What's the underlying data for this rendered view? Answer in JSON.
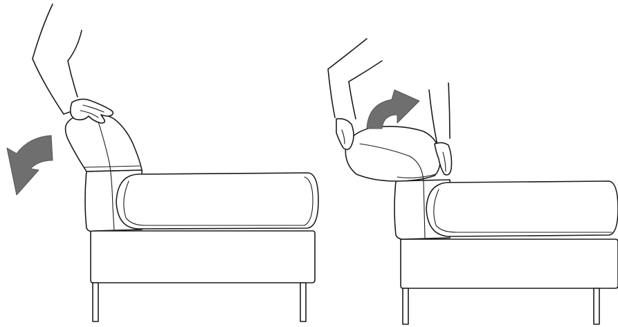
{
  "figure": {
    "panels": [
      {
        "id": "left",
        "action": "backrest-fold-down",
        "arrow_direction": "counter-clockwise-down",
        "arrow_color": "#6f6f6f"
      },
      {
        "id": "right",
        "action": "backrest-lift-up",
        "arrow_direction": "clockwise-up",
        "arrow_color": "#6f6f6f"
      }
    ],
    "line_color": "#1a1a1a",
    "background": "#ffffff"
  }
}
